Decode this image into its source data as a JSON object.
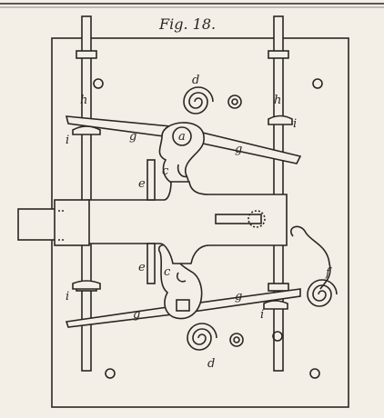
{
  "figure": {
    "title": "Fig. 18.",
    "labels": {
      "a": "a",
      "c_top": "c",
      "c_bottom": "c",
      "d_top": "d",
      "d_bottom": "d",
      "e_top": "e",
      "e_bottom": "e",
      "f": "f",
      "g_top_left": "g",
      "g_top_right": "g",
      "g_bottom_left": "g",
      "g_bottom_right": "g",
      "h_left": "h",
      "h_right": "h",
      "i_top_left": "i",
      "i_top_right": "i",
      "i_bottom_left": "i",
      "i_bottom_right": "i"
    }
  }
}
